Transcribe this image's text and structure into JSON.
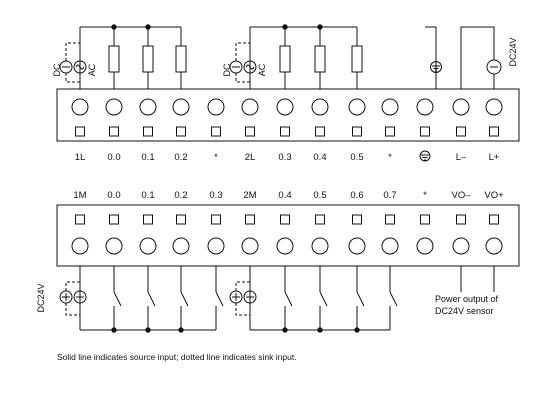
{
  "top_terminals": [
    "1L",
    "0.0",
    "0.1",
    "0.2",
    "*",
    "2L",
    "0.3",
    "0.4",
    "0.5",
    "*",
    "ground-symbol",
    "L–",
    "L+"
  ],
  "bottom_terminals": [
    "1M",
    "0.0",
    "0.1",
    "0.2",
    "0.3",
    "2M",
    "0.4",
    "0.5",
    "0.6",
    "0.7",
    "*",
    "VO–",
    "VO+"
  ],
  "supply_labels": {
    "dc": "DC",
    "ac": "AC",
    "dc24v": "DC24V",
    "plus": "+",
    "minus": "–"
  },
  "power_output_note": [
    "Power output of",
    "DC24V sensor"
  ],
  "footnote": "Solid line indicates source input; dotted line indicates sink input.",
  "icons": {
    "ground": "ground-icon",
    "ac_source": "ac-source-icon",
    "dc_source": "dc-source-icon",
    "load": "load-resistor-icon",
    "switch": "switch-icon"
  }
}
